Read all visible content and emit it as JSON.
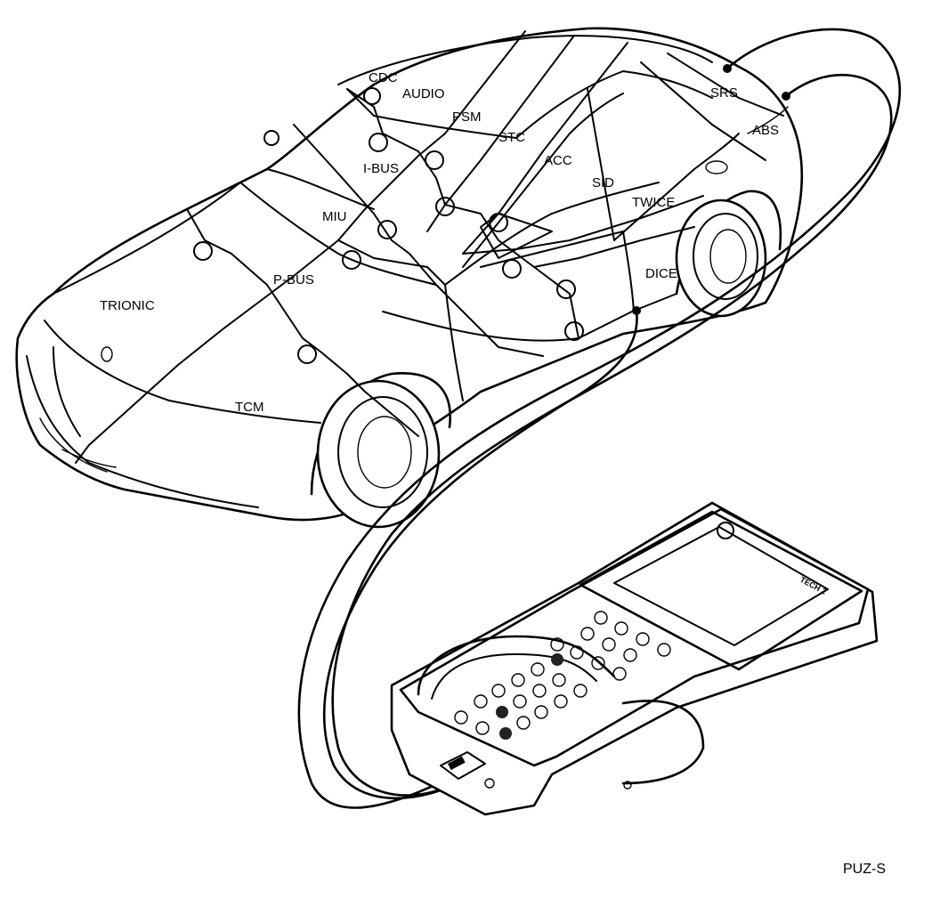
{
  "diagram": {
    "modules": [
      {
        "id": "cdc",
        "label": "CDC"
      },
      {
        "id": "audio",
        "label": "AUDIO"
      },
      {
        "id": "psm",
        "label": "PSM"
      },
      {
        "id": "srs",
        "label": "SRS"
      },
      {
        "id": "abs",
        "label": "ABS"
      },
      {
        "id": "stc",
        "label": "STC"
      },
      {
        "id": "acc",
        "label": "ACC"
      },
      {
        "id": "i-bus",
        "label": "I-BUS"
      },
      {
        "id": "sid",
        "label": "SID"
      },
      {
        "id": "twice",
        "label": "TWICE"
      },
      {
        "id": "miu",
        "label": "MIU"
      },
      {
        "id": "p-bus",
        "label": "P-BUS"
      },
      {
        "id": "dice",
        "label": "DICE"
      },
      {
        "id": "trionic",
        "label": "TRIONIC"
      },
      {
        "id": "tcm",
        "label": "TCM"
      }
    ],
    "scanner_brand": "TECH 2",
    "figure_code": "PUZ-S"
  }
}
